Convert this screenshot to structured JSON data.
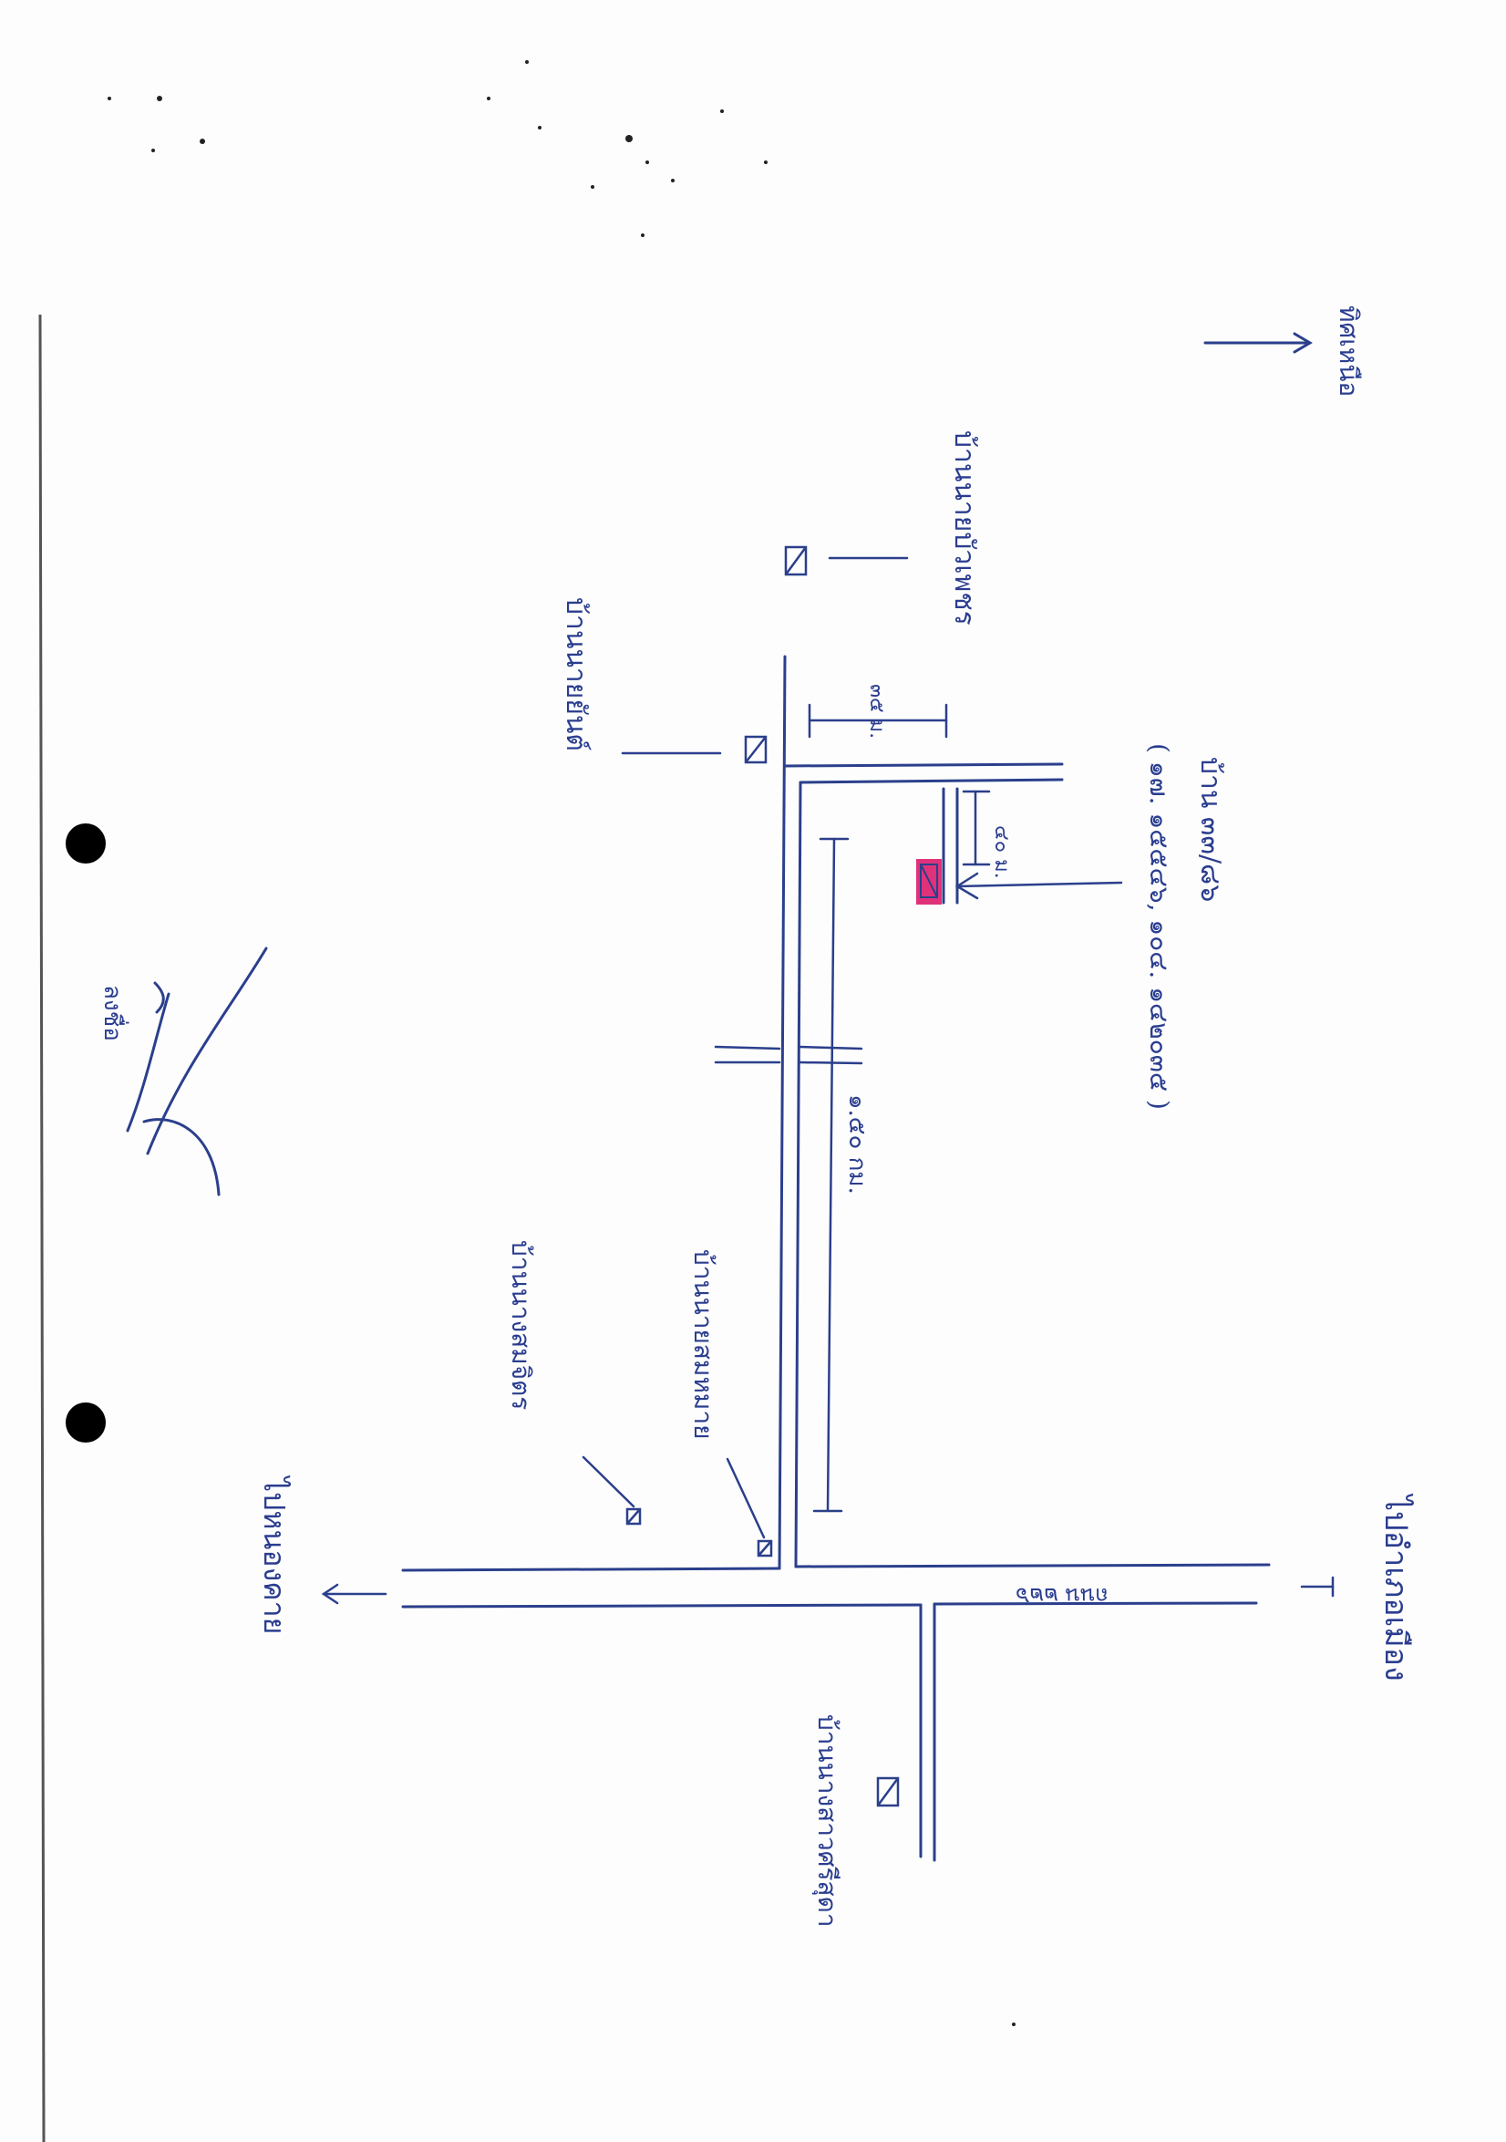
{
  "sheet": {
    "colors": {
      "paper": "#fdfdfd",
      "ink": "#2b3f8c",
      "target": "#e0327a",
      "punch": "#000000",
      "margin_line": "#555555"
    }
  },
  "labels": {
    "north": "ทิศเหนือ",
    "target_house": "บ้าน ๓๓/๘๖",
    "coordinates": "( ๑๗. ๑๕๕๔๖, ๑๐๔. ๑๔๒๐๓๕ )",
    "house_top_right": "บ้านนายบัวเพชร",
    "house_top_left": "บ้านนายยันต์",
    "house_lower_left": "บ้านนางสมจิตร",
    "house_lower_mid": "บ้านนายสมหมาย",
    "house_bottom": "บ้านนางสาวศรีสุดา",
    "road_name": "ถนน ๒๒๖",
    "to_right": "ไปอำเภอเมือง",
    "to_left": "ไปหนองคาย",
    "dist_35": "๓๕ ม.",
    "dist_40": "๔๐ ม.",
    "dist_150": "๑.๕๐ กม.",
    "signature_text": "ลงชื่อ"
  }
}
